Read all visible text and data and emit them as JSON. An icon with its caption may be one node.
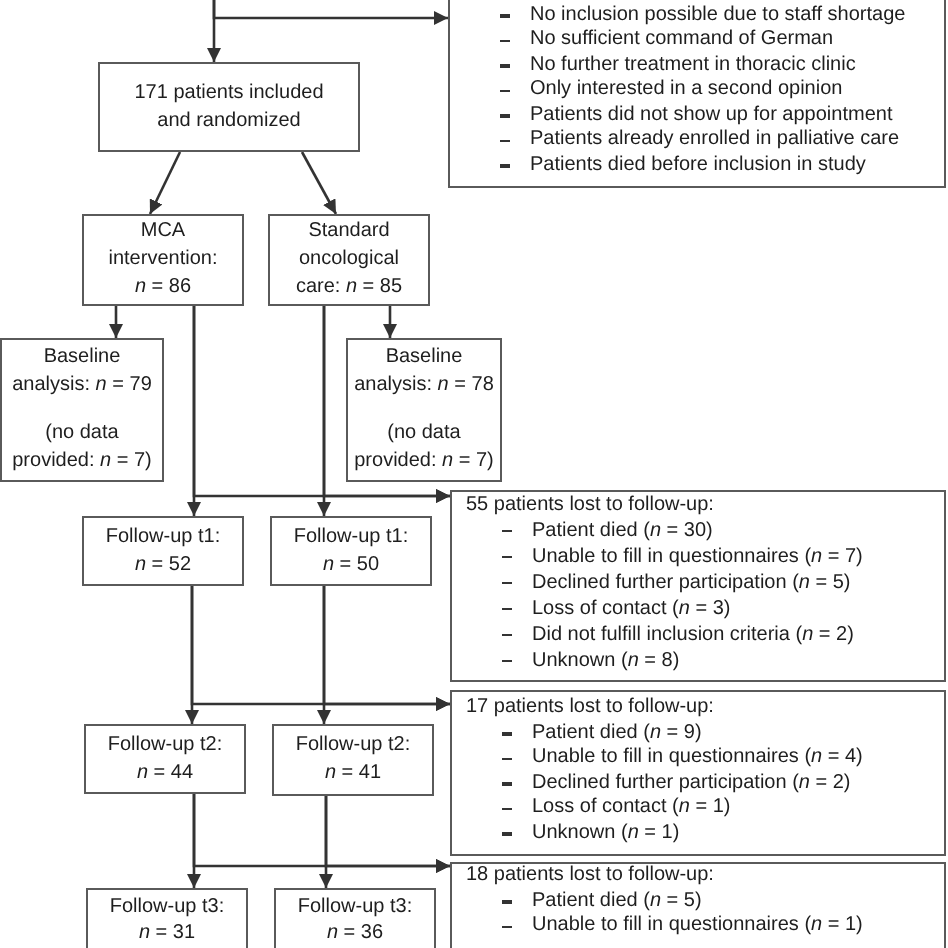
{
  "diagram": {
    "nodes": [
      {
        "text": [
          "No inclusion possible due to staff shortage",
          "No sufficient command of German",
          "No further treatment in thoracic clinic",
          "Only interested in a second opinion",
          "Patients did not show up for appointment",
          "Patients already enrolled in palliative care",
          "Patients died before inclusion in study"
        ]
      },
      {
        "text": [
          "171 patients included and randomized"
        ]
      },
      {
        "text": [
          "MCA intervention: *n* = 86"
        ]
      },
      {
        "text": [
          "Standard oncological care: *n* = 85"
        ]
      },
      {
        "text": [
          "Baseline analysis: *n* = 79",
          "(no data provided: *n* = 7)"
        ]
      },
      {
        "text": [
          "Baseline analysis: *n* = 78",
          "(no data provided: *n* = 7)"
        ]
      },
      {
        "text": [
          "55 patients lost to follow-up:",
          "Patient died (*n* = 30)",
          "Unable to fill in questionnaires (*n* = 7)",
          "Declined further participation (*n* = 5)",
          "Loss of contact (*n* = 3)",
          "Did not fulfill inclusion criteria (*n* = 2)",
          "Unknown (*n* = 8)"
        ]
      },
      {
        "text": [
          "Follow-up t1: *n* = 52"
        ]
      },
      {
        "text": [
          "Follow-up t1: *n* = 50"
        ]
      },
      {
        "text": [
          "17 patients lost to follow-up:",
          "Patient died (*n* = 9)",
          "Unable to fill in questionnaires (*n* = 4)",
          "Declined further participation (*n* = 2)",
          "Loss of contact (*n* = 1)",
          "Unknown (*n* = 1)"
        ]
      },
      {
        "text": [
          "Follow-up t2: *n* = 44"
        ]
      },
      {
        "text": [
          "Follow-up t2: *n* = 41"
        ]
      },
      {
        "text": [
          "18 patients lost to follow-up:",
          "Patient died (*n* = 5)",
          "Unable to fill in questionnaires (*n* = 1)"
        ]
      },
      {
        "text": [
          "Follow-up t3: *n* = 31"
        ]
      },
      {
        "text": [
          "Follow-up t3: *n* = 36"
        ]
      }
    ],
    "edges": [
      {
        "from": null,
        "to": 1,
        "arrow": "to"
      },
      {
        "from": null,
        "to": 0,
        "arrow": "to"
      },
      {
        "from": 1,
        "to": 2,
        "arrow": "to"
      },
      {
        "from": 1,
        "to": 3,
        "arrow": "to"
      },
      {
        "from": 2,
        "to": 4,
        "arrow": "to"
      },
      {
        "from": 3,
        "to": 5,
        "arrow": "to"
      },
      {
        "from": 2,
        "to": 7,
        "arrow": "to"
      },
      {
        "from": 2,
        "to": 6,
        "arrow": "to"
      },
      {
        "from": 3,
        "to": 8,
        "arrow": "to"
      },
      {
        "from": 3,
        "to": 6,
        "arrow": "to"
      },
      {
        "from": 7,
        "to": 10,
        "arrow": "to"
      },
      {
        "from": 7,
        "to": 9,
        "arrow": "to"
      },
      {
        "from": 8,
        "to": 11,
        "arrow": "to"
      },
      {
        "from": 8,
        "to": 9,
        "arrow": "to"
      },
      {
        "from": 10,
        "to": 13,
        "arrow": "to"
      },
      {
        "from": 10,
        "to": 12,
        "arrow": "to"
      },
      {
        "from": 11,
        "to": 14,
        "arrow": "to"
      },
      {
        "from": 11,
        "to": 12,
        "arrow": "to"
      }
    ]
  }
}
